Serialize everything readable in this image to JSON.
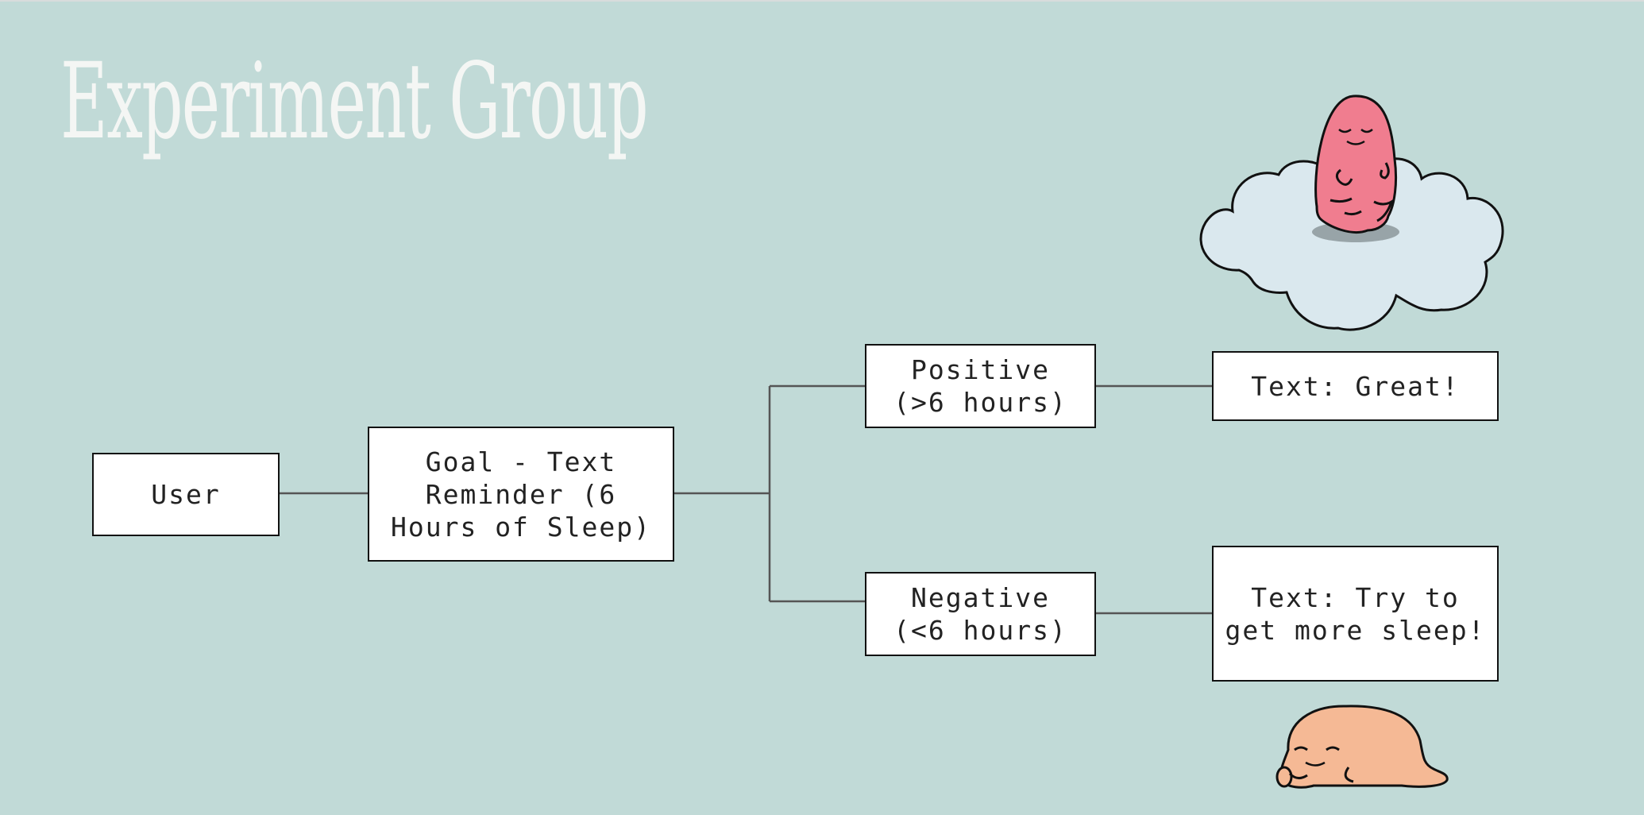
{
  "title": "Experiment Group",
  "colors": {
    "background": "#c1dad7",
    "title": "#f4f6f4",
    "box_fill": "#ffffff",
    "box_border": "#111111",
    "connector": "#555555",
    "cloud": "#dae8ee",
    "happy_character": "#f07d8f",
    "sleepy_character": "#f5b995"
  },
  "nodes": {
    "user": "User",
    "goal": "Goal - Text\nReminder (6\nHours of Sleep)",
    "positive": "Positive\n(>6 hours)",
    "negative": "Negative\n(<6 hours)",
    "text_great": "Text: Great!",
    "text_sleep": "Text: Try to\nget more sleep!"
  },
  "illustrations": {
    "cloud_character": "pink-blob-on-cloud",
    "sleeping_character": "orange-blob-sleeping"
  }
}
